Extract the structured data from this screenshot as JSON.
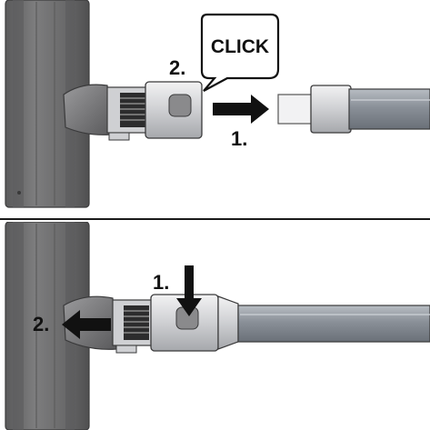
{
  "top_step": {
    "click_label": "CLICK",
    "step_1_label": "1.",
    "step_2_label": "2."
  },
  "bottom_step": {
    "step_1_label": "1.",
    "step_2_label": "2."
  },
  "colors": {
    "head_body": "#6f6f70",
    "head_dark": "#4b4b4c",
    "metal_light": "#dcdcde",
    "metal_mid": "#b9babd",
    "tube": "#8e949b",
    "arrow": "#111111"
  }
}
